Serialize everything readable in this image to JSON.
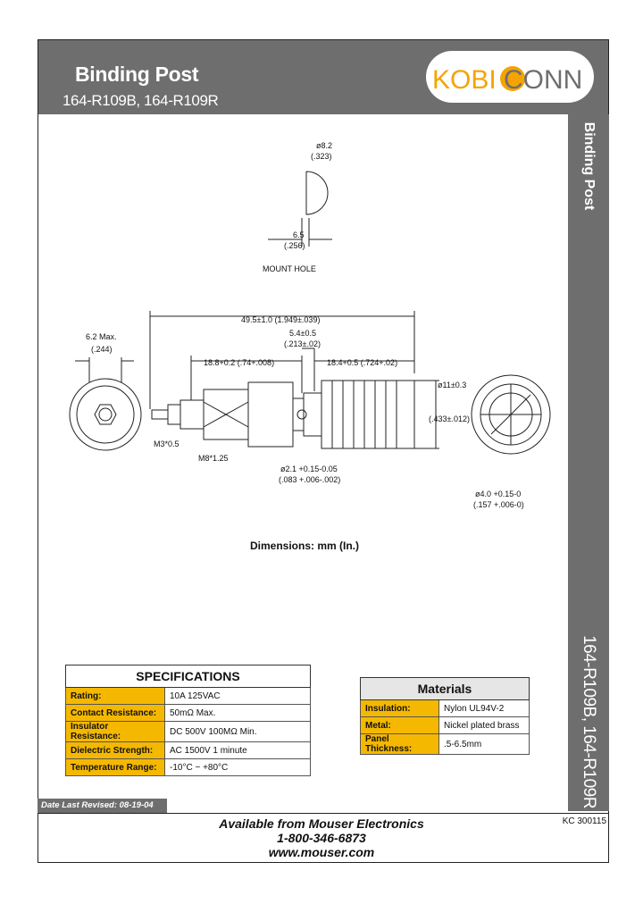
{
  "header": {
    "title": "Binding Post",
    "subtitle": "164-R109B, 164-R109R",
    "logo_left": "KOBI",
    "logo_right": "CONN"
  },
  "sidebar": {
    "top_text": "Binding Post",
    "bottom_text": "164-R109B, 164-R109R"
  },
  "drawing": {
    "mount_hole_dia": "ø8.2",
    "mount_hole_dia_in": "(.323)",
    "mount_hole_flat": "6.5",
    "mount_hole_flat_in": "(.256)",
    "mount_hole_label": "MOUNT HOLE",
    "overall_length": "49.5±1.0 (1.949±.039)",
    "width_label": "6.2 Max.",
    "width_label_in": "(.244)",
    "flange": "5.4±0.5",
    "flange_in": "(.213±.02)",
    "left_len": "18.8+0.2 (.74+.008)",
    "right_len": "18.4+0.5 (.724+.02)",
    "cap_dia": "ø11±0.3",
    "cap_dia_in": "(.433±.012)",
    "thread_m3": "M3*0.5",
    "thread_m8": "M8*1.25",
    "hole_dia": "ø2.1 +0.15-0.05",
    "hole_dia_in": "(.083 +.006-.002)",
    "bore_dia": "ø4.0 +0.15-0",
    "bore_dia_in": "(.157 +.006-0)"
  },
  "dimensions_note": "Dimensions: mm (In.)",
  "specifications": {
    "title": "SPECIFICATIONS",
    "rows": [
      {
        "label": "Rating:",
        "value": "10A 125VAC"
      },
      {
        "label": "Contact Resistance:",
        "value": "50mΩ Max."
      },
      {
        "label": "Insulator Resistance:",
        "value": "DC 500V 100MΩ Min."
      },
      {
        "label": "Dielectric Strength:",
        "value": "AC 1500V 1 minute"
      },
      {
        "label": "Temperature Range:",
        "value": "-10°C ~ +80°C"
      }
    ]
  },
  "materials": {
    "title": "Materials",
    "rows": [
      {
        "label": "Insulation:",
        "value": "Nylon UL94V-2"
      },
      {
        "label": "Metal:",
        "value": "Nickel plated brass"
      },
      {
        "label": "Panel Thickness:",
        "value": ".5-6.5mm"
      }
    ]
  },
  "footer": {
    "date_revised": "Date Last Revised:  08-19-04",
    "available": "Available from Mouser Electronics",
    "phone": "1-800-346-6873",
    "website": "www.mouser.com",
    "doc_number": "KC 300115"
  },
  "colors": {
    "header_gray": "#6e6e6e",
    "logo_orange": "#f5a300",
    "table_label_yellow": "#f5b800"
  }
}
